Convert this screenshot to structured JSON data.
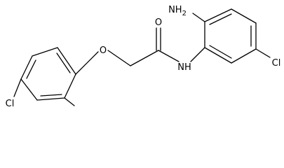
{
  "molecule": {
    "atom_labels": {
      "amine": "NH2",
      "amide_n": "NH",
      "carbonyl_o": "O",
      "ether_o": "O",
      "chloro_left": "Cl",
      "chloro_right": "Cl"
    },
    "colors": {
      "bond": "#000000",
      "background": "#ffffff"
    }
  }
}
